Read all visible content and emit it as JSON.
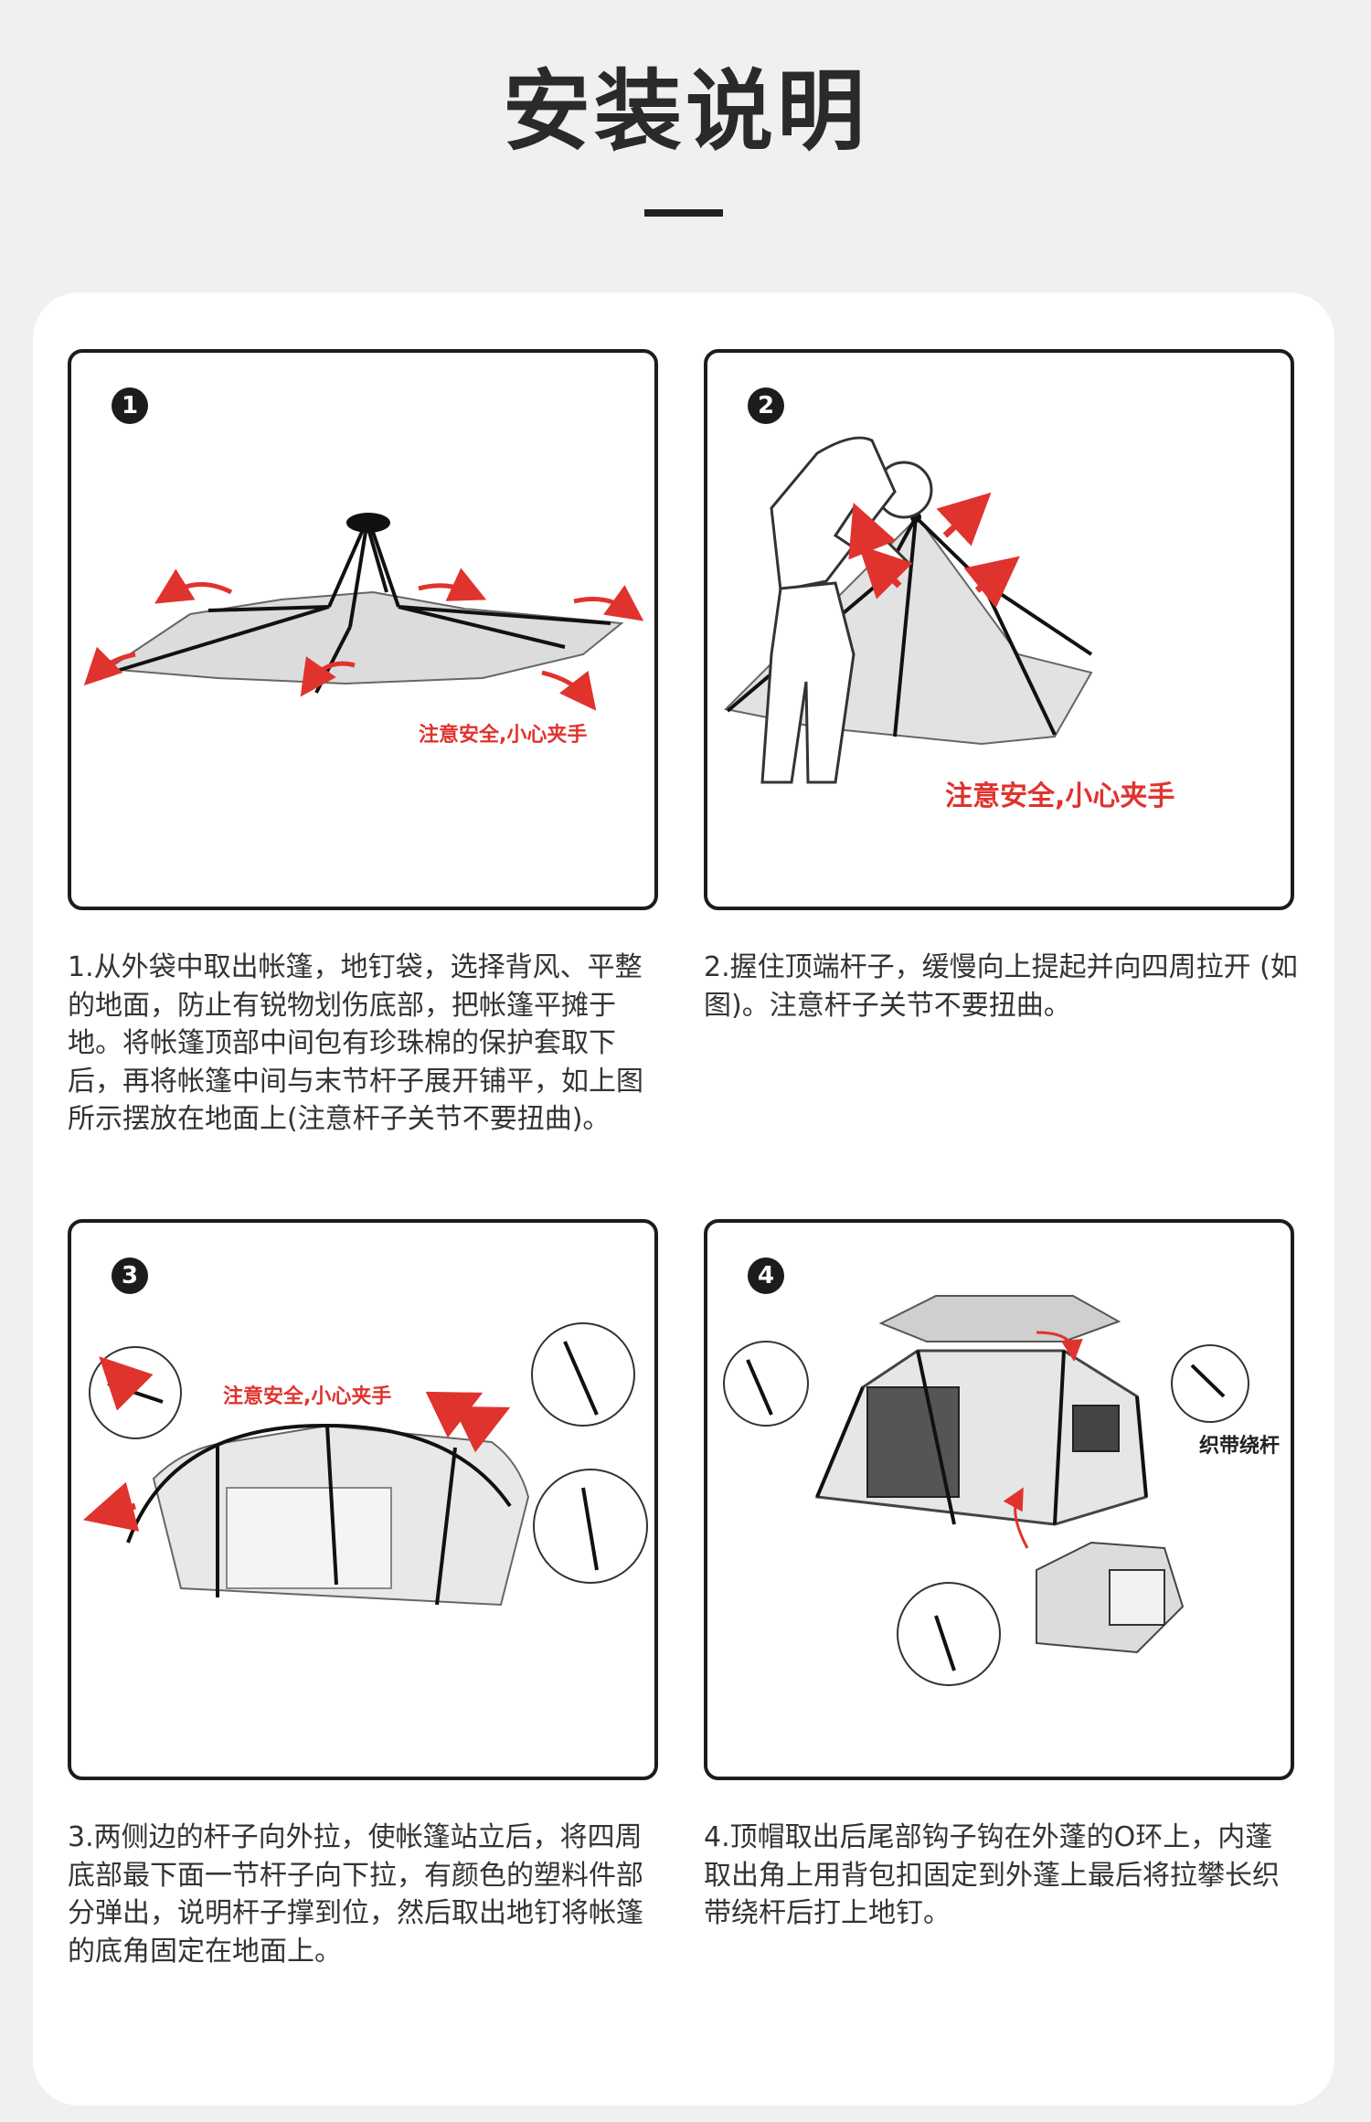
{
  "header": {
    "title": "安装说明"
  },
  "steps": [
    {
      "number": "1",
      "warning": "注意安全,小心夹手",
      "description": "1.从外袋中取出帐篷，地钉袋，选择背风、平整的地面，防止有锐物划伤底部，把帐篷平摊于地。将帐篷顶部中间包有珍珠棉的保护套取下后，再将帐篷中间与末节杆子展开铺平，如上图所示摆放在地面上(注意杆子关节不要扭曲)。"
    },
    {
      "number": "2",
      "warning": "注意安全,小心夹手",
      "description": "2.握住顶端杆子，缓慢向上提起并向四周拉开 (如图)。注意杆子关节不要扭曲。"
    },
    {
      "number": "3",
      "warning": "注意安全,小心夹手",
      "description": "3.两侧边的杆子向外拉，使帐篷站立后，将四周底部最下面一节杆子向下拉，有颜色的塑料件部分弹出，说明杆子撑到位，然后取出地钉将帐篷的底角固定在地面上。"
    },
    {
      "number": "4",
      "label": "织带绕杆",
      "description": "4.顶帽取出后尾部钩子钩在外蓬的O环上，内蓬取出角上用背包扣固定到外蓬上最后将拉攀长织带绕杆后打上地钉。"
    }
  ],
  "colors": {
    "accent_red": "#e0332e",
    "frame": "#1c1c1c",
    "page_bg": "#f0f0f0"
  }
}
